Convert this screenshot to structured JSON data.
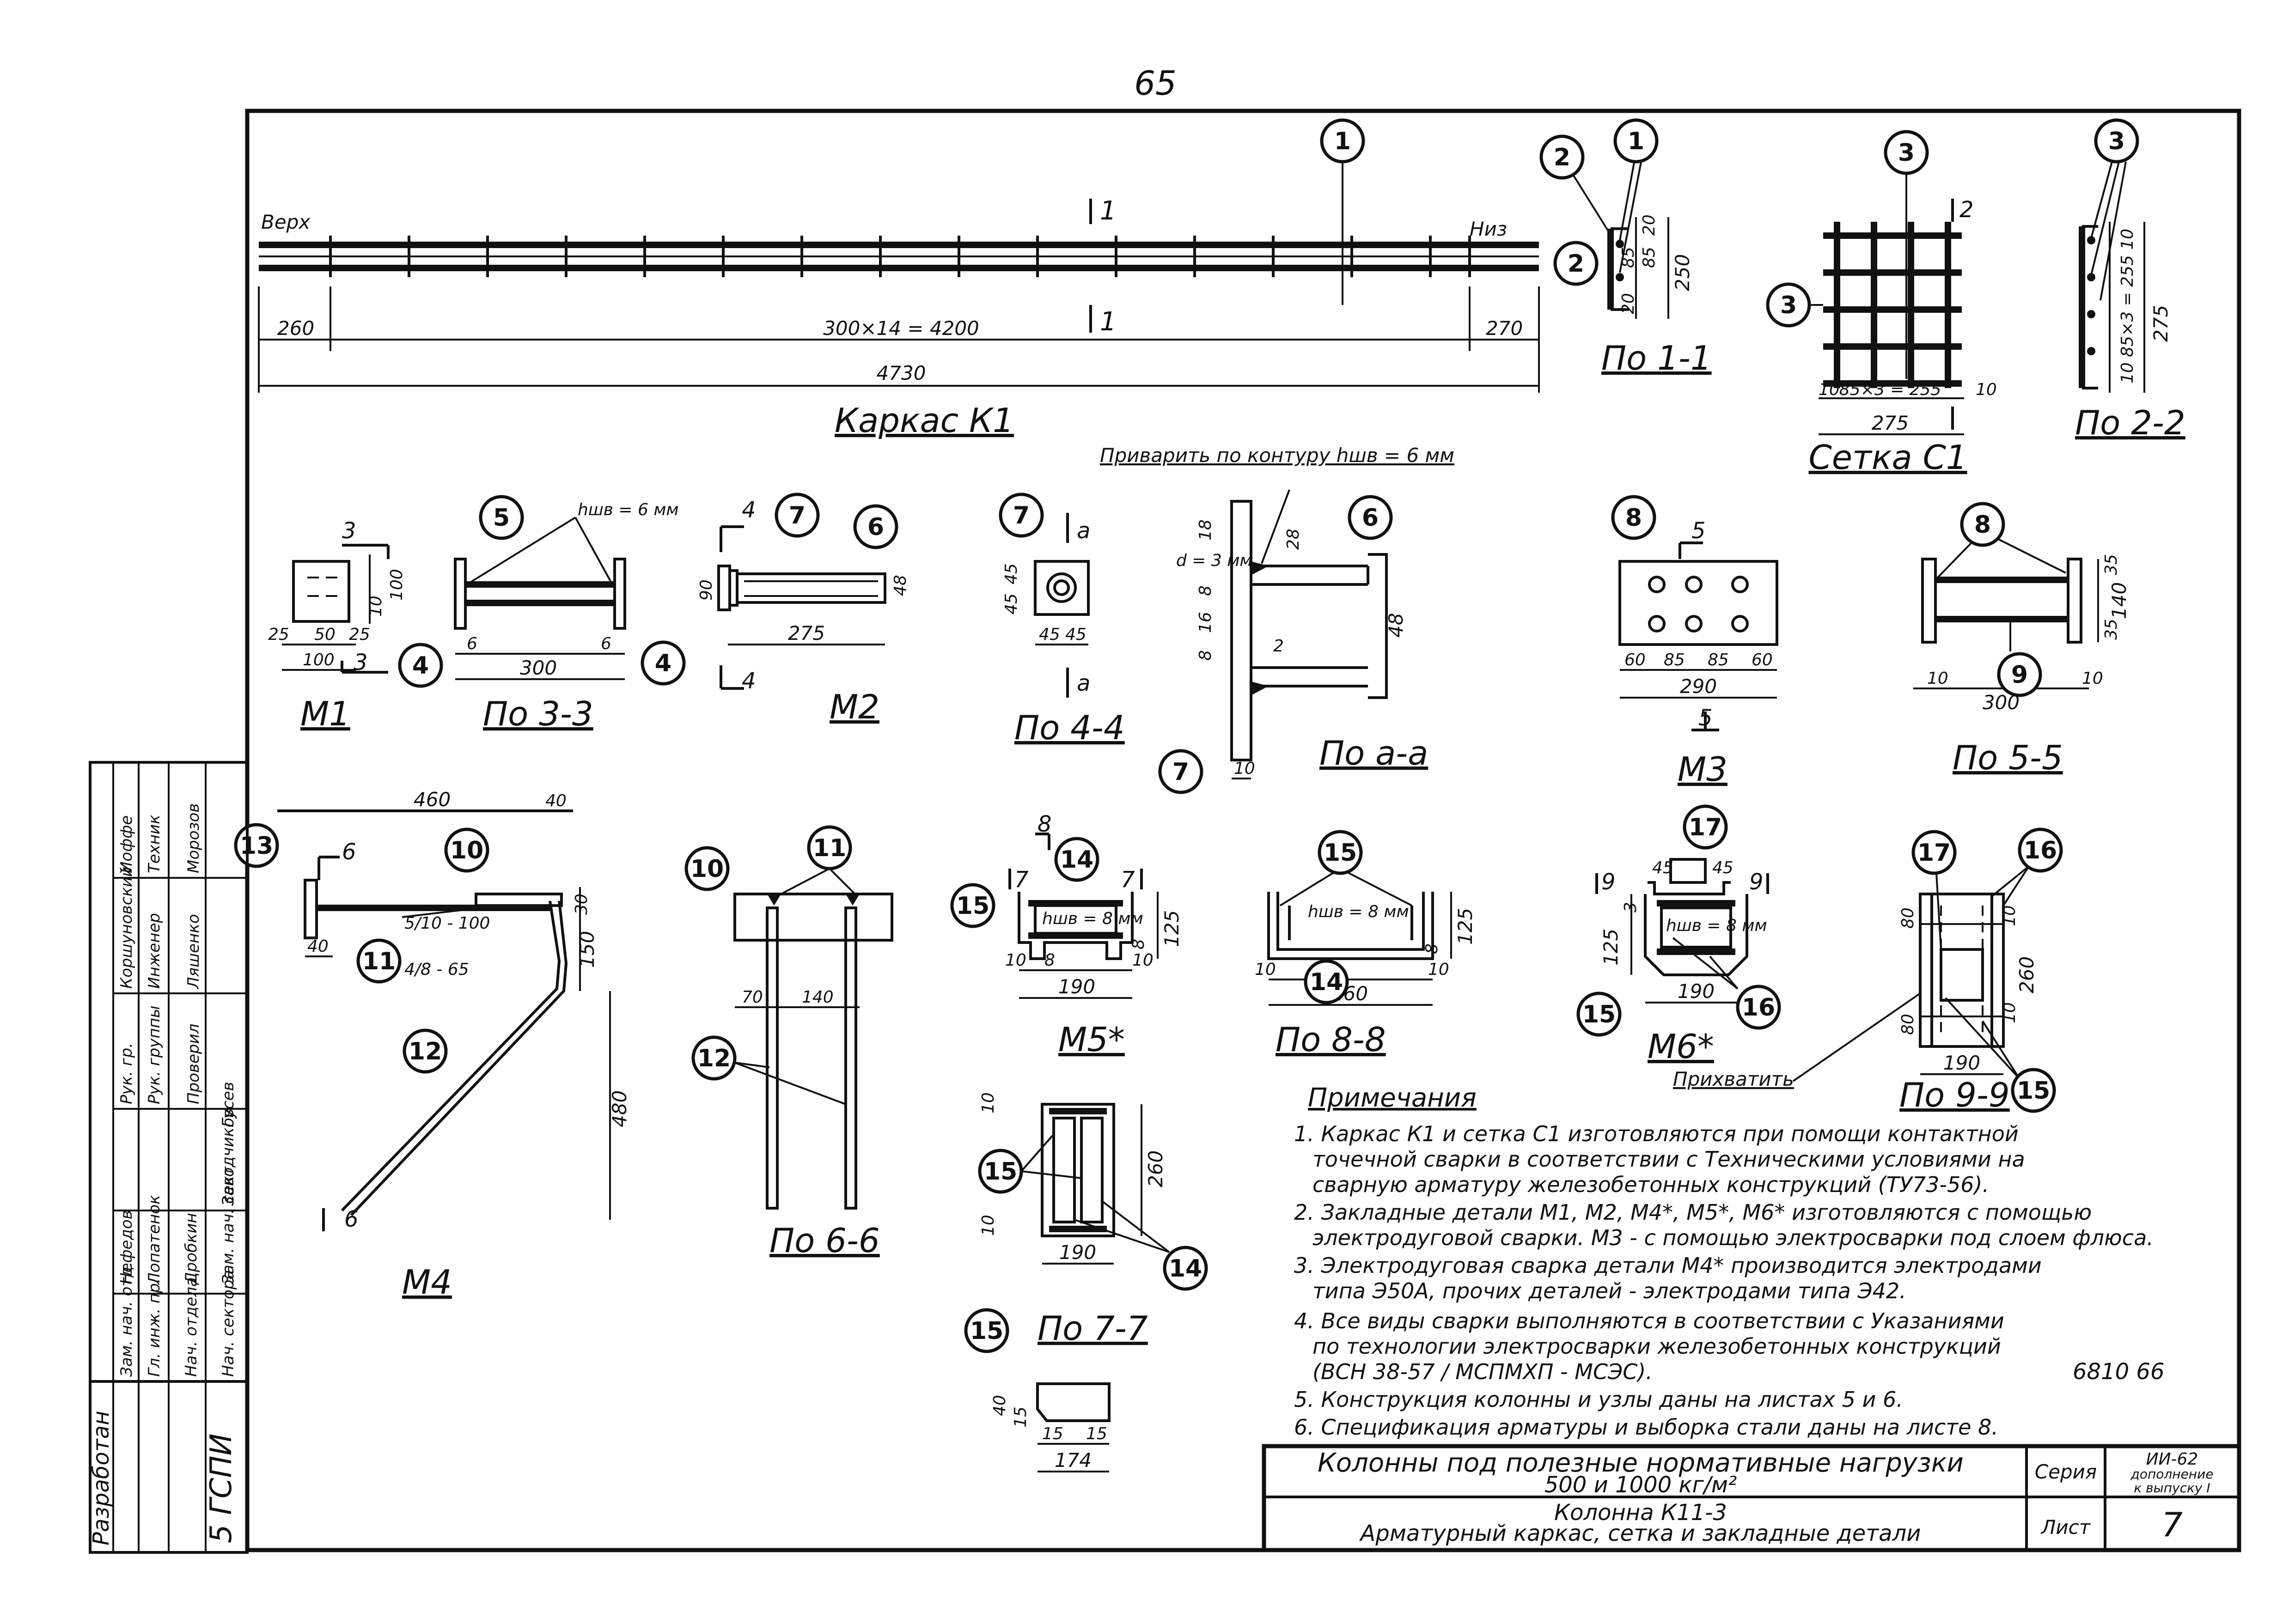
{
  "page_number": "65",
  "frame": {
    "kk1": {
      "title": "Каркас К1",
      "top_label": "Верх",
      "bottom_label": "Низ",
      "section_mark": "1",
      "dim_left": "260",
      "dim_mid": "300×14 = 4200",
      "dim_right": "270",
      "dim_total": "4730"
    },
    "po11": {
      "title": "По 1-1",
      "d20": "20",
      "d85a": "85",
      "d85b": "85",
      "d20b": "20",
      "d250": "250"
    },
    "setka": {
      "title": "Сетка С1",
      "section_mark": "2",
      "d10a": "10",
      "d_mid": "85×3 = 255",
      "d10b": "10",
      "d275": "275"
    },
    "po22": {
      "title": "По 2-2",
      "d_side": "10  85×3 = 255  10",
      "d275": "275"
    },
    "weld_note_top": "Приварить по контуру hшв = 6 мм",
    "m1": {
      "title": "М1",
      "section": "3",
      "d25a": "25",
      "d50": "50",
      "d25b": "25",
      "d100w": "100",
      "d100h": "100",
      "d10": "10"
    },
    "po33": {
      "title": "По 3-3",
      "weld": "hшв = 6 мм",
      "d6a": "6",
      "d300": "300",
      "d6b": "6"
    },
    "m2": {
      "title": "М2",
      "section": "4",
      "d90": "90",
      "d275": "275",
      "d48": "48"
    },
    "po44": {
      "title": "По 4-4",
      "section": "а",
      "d45a": "45",
      "d45b": "45",
      "d45c": "45",
      "d45d": "45"
    },
    "poaa": {
      "title": "По а-а",
      "d18": "18",
      "d_gap": "d = 3 мм",
      "d8a": "8",
      "d16": "16",
      "d8b": "8",
      "d28": "28",
      "d2": "2",
      "d48": "48",
      "d10": "10"
    },
    "m3": {
      "title": "М3",
      "section": "5",
      "d60a": "60",
      "d85a": "85",
      "d85b": "85",
      "d60b": "60",
      "d290": "290"
    },
    "po55": {
      "title": "По 5-5",
      "d35a": "35",
      "d140": "140",
      "d35b": "35",
      "d10a": "10",
      "d300": "300",
      "d10b": "10"
    },
    "m4": {
      "title": "М4",
      "section": "6",
      "d460": "460",
      "d40a": "40",
      "d30": "30",
      "d150": "150",
      "d40b": "40",
      "rebar1": "5/10 - 100",
      "rebar2": "4/8 - 65",
      "d480": "480"
    },
    "po66": {
      "title": "По 6-6",
      "d70": "70",
      "d140": "140"
    },
    "m5": {
      "title": "М5*",
      "section8": "8",
      "section7": "7",
      "weld": "hшв = 8 мм",
      "d125": "125",
      "d8a": "8",
      "d10a": "10",
      "d8b": "8",
      "d10b": "10",
      "d190": "190"
    },
    "po88": {
      "title": "По 8-8",
      "weld": "hшв = 8 мм",
      "d125": "125",
      "d8": "8",
      "d10a": "10",
      "d260": "260",
      "d10b": "10"
    },
    "m6": {
      "title": "М6*",
      "section": "9",
      "d45a": "45",
      "d45b": "45",
      "d3": "3",
      "weld": "hшв = 8 мм",
      "d125": "125",
      "d190": "190"
    },
    "po99": {
      "title": "По 9-9",
      "d80a": "80",
      "d10a": "10",
      "d260": "260",
      "d80b": "80",
      "d10b": "10",
      "d190": "190",
      "tack": "Прихватить"
    },
    "po77": {
      "title": "По 7-7",
      "d10a": "10",
      "d260": "260",
      "d10b": "10",
      "d190": "190"
    },
    "det15": {
      "d40": "40",
      "d15": "15",
      "d15a": "15",
      "d15b": "15",
      "d174": "174"
    }
  },
  "notes": {
    "heading": "Примечания",
    "lines": [
      "1. Каркас К1 и сетка С1 изготовляются при помощи контактной",
      "точечной сварки в соответствии с Техническими условиями на",
      "сварную арматуру железобетонных конструкций (ТУ73-56).",
      "2. Закладные детали М1, М2, М4*, М5*, М6* изготовляются с помощью",
      "электродуговой сварки. М3 - с помощью электросварки под слоем флюса.",
      "3. Электродуговая сварка детали М4* производится электродами",
      "типа Э50А, прочих деталей - электродами типа Э42.",
      "4. Все виды сварки выполняются в соответствии с Указаниями",
      "по технологии электросварки железобетонных конструкций",
      "(ВСН 38-57 / МСПМХП - МСЭС).",
      "5. Конструкция колонны и узлы даны на листах 5 и 6.",
      "6. Спецификация арматуры и выборка стали даны на листе 8."
    ],
    "archive_no": "6810  66"
  },
  "title_block": {
    "row1": "Колонны под полезные нормативные нагрузки",
    "row1b": "500 и 1000 кг/м²",
    "series_label": "Серия",
    "series_value": "ИИ-62",
    "series_sub1": "дополнение",
    "series_sub2": "к выпуску I",
    "row2a": "Колонна К11-3",
    "row2b": "Арматурный каркас, сетка и закладные детали",
    "sheet_label": "Лист",
    "sheet_value": "7"
  },
  "stamp": {
    "org": "5 ГСПИ",
    "developed": "Разработан",
    "roles": [
      "Рук. гр.",
      "Рук. группы",
      "Инженер",
      "Техник",
      "Проверил",
      "Зам. нач. отд.",
      "Гл. инж. пр.",
      "Нач. отдела",
      "Нач. сектора",
      "Зам. нач. сект."
    ],
    "names": [
      "Коршуновский",
      "Иоффе",
      "Ляшенко",
      "Морозов",
      "Нефедов",
      "Лопатенок",
      "Дробкин",
      "Заводчиков",
      "Гусев"
    ]
  },
  "callout_numbers": [
    "1",
    "2",
    "3",
    "4",
    "5",
    "6",
    "7",
    "8",
    "9",
    "10",
    "11",
    "12",
    "13",
    "14",
    "15",
    "16",
    "17"
  ]
}
